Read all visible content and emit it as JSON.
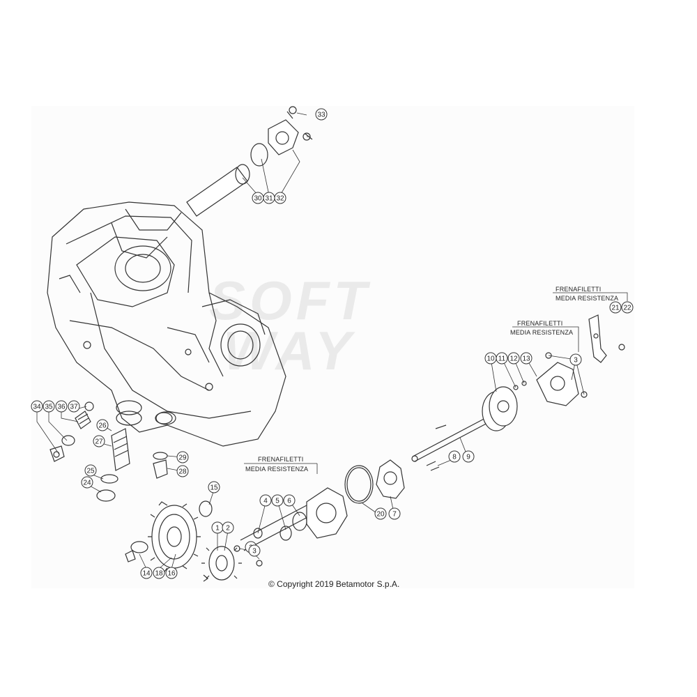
{
  "notes": [
    {
      "id": "note-a",
      "line1": "FRENAFILETTI",
      "line2": "MEDIA RESISTENZA"
    },
    {
      "id": "note-b",
      "line1": "FRENAFILETTI",
      "line2": "MEDIA RESISTENZA"
    },
    {
      "id": "note-c",
      "line1": "FRENAFILETTI",
      "line2": "MEDIA RESISTENZA"
    }
  ],
  "copyright": "© Copyright 2019 Betamotor S.p.A.",
  "watermark": {
    "line1": "SOFT",
    "line2": "WAY"
  },
  "callouts": [
    "1",
    "2",
    "3",
    "3",
    "3",
    "4",
    "5",
    "6",
    "7",
    "8",
    "9",
    "10",
    "11",
    "12",
    "13",
    "14",
    "15",
    "16",
    "18",
    "20",
    "21",
    "22",
    "24",
    "25",
    "26",
    "27",
    "28",
    "29",
    "30",
    "31",
    "32",
    "33",
    "34",
    "35",
    "36",
    "37"
  ],
  "colors": {
    "line": "#333333",
    "fill": "#ffffff"
  }
}
